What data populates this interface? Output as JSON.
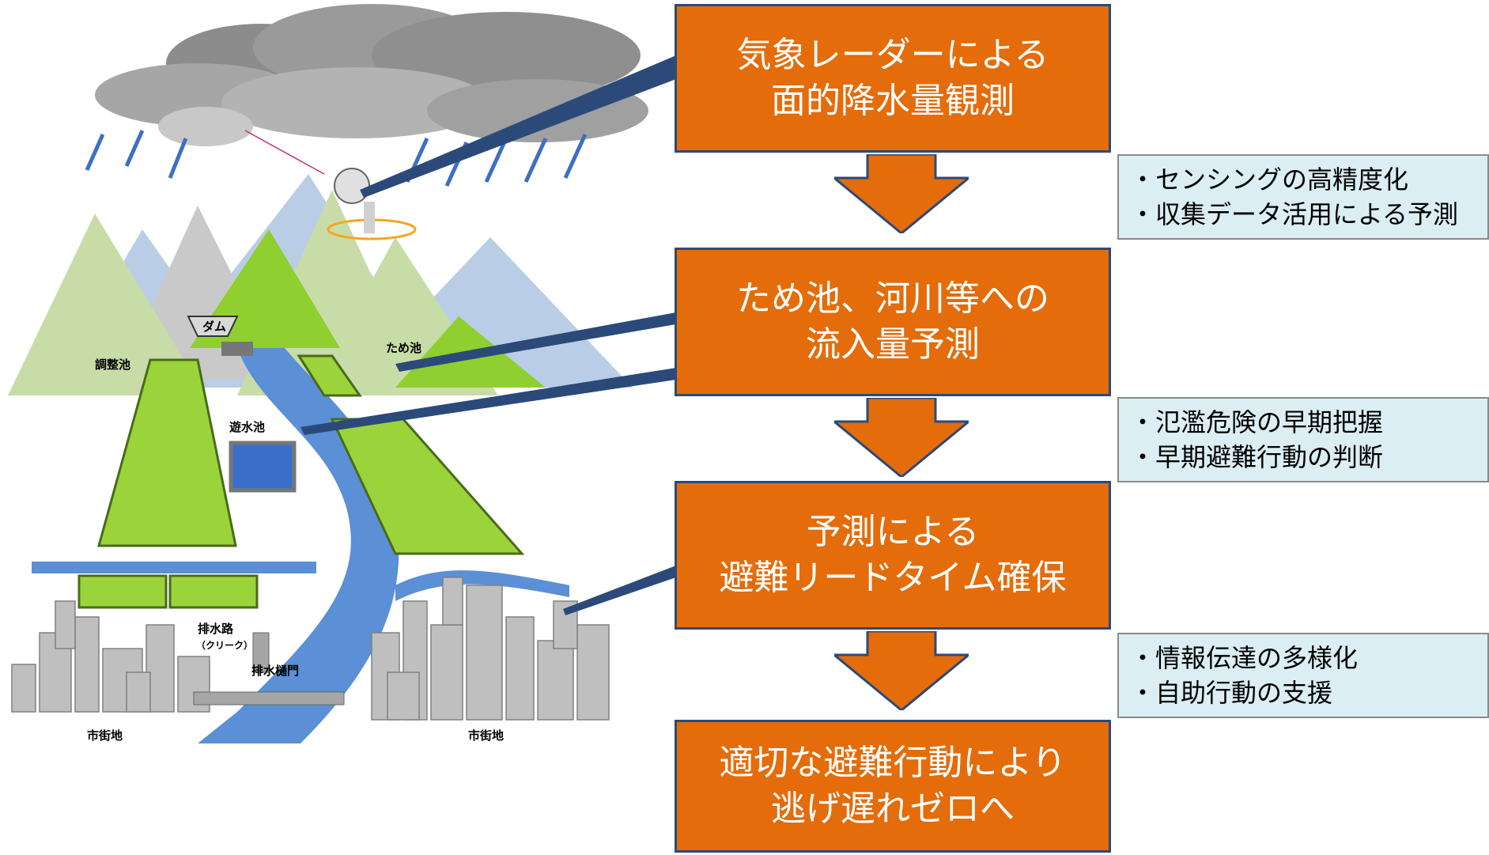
{
  "steps": [
    {
      "line1": "気象レーダーによる",
      "line2": "面的降水量観測"
    },
    {
      "line1": "ため池、河川等への",
      "line2": "流入量予測"
    },
    {
      "line1": "予測による",
      "line2": "避難リードタイム確保"
    },
    {
      "line1": "適切な避難行動により",
      "line2": "逃げ遅れゼロへ"
    }
  ],
  "notes": [
    {
      "items": [
        "・センシングの高精度化",
        "・収集データ活用による予測"
      ]
    },
    {
      "items": [
        "・氾濫危険の早期把握",
        "・早期避難行動の判断"
      ]
    },
    {
      "items": [
        "・情報伝達の多様化",
        "・自助行動の支援"
      ]
    }
  ],
  "scene_labels": {
    "dam": "ダム",
    "adjustment_pond": "調整池",
    "irrigation_pond": "ため池",
    "retention_pond": "遊水池",
    "drainage_channel": "排水路",
    "drainage_channel_sub": "（クリーク）",
    "drainage_gate": "排水樋門",
    "city_left": "市街地",
    "city_right": "市街地"
  },
  "colors": {
    "step_fill": "#e46c0a",
    "step_border": "#2b4a7a",
    "note_fill": "#dbeef4",
    "river": "#5b8fd6",
    "field": "#92d050",
    "mountain_green": "#a8c97f",
    "mountain_blue": "#b9cde6"
  },
  "icons": [
    "cloud-icon",
    "radar-icon",
    "dam-icon",
    "building-icon"
  ]
}
